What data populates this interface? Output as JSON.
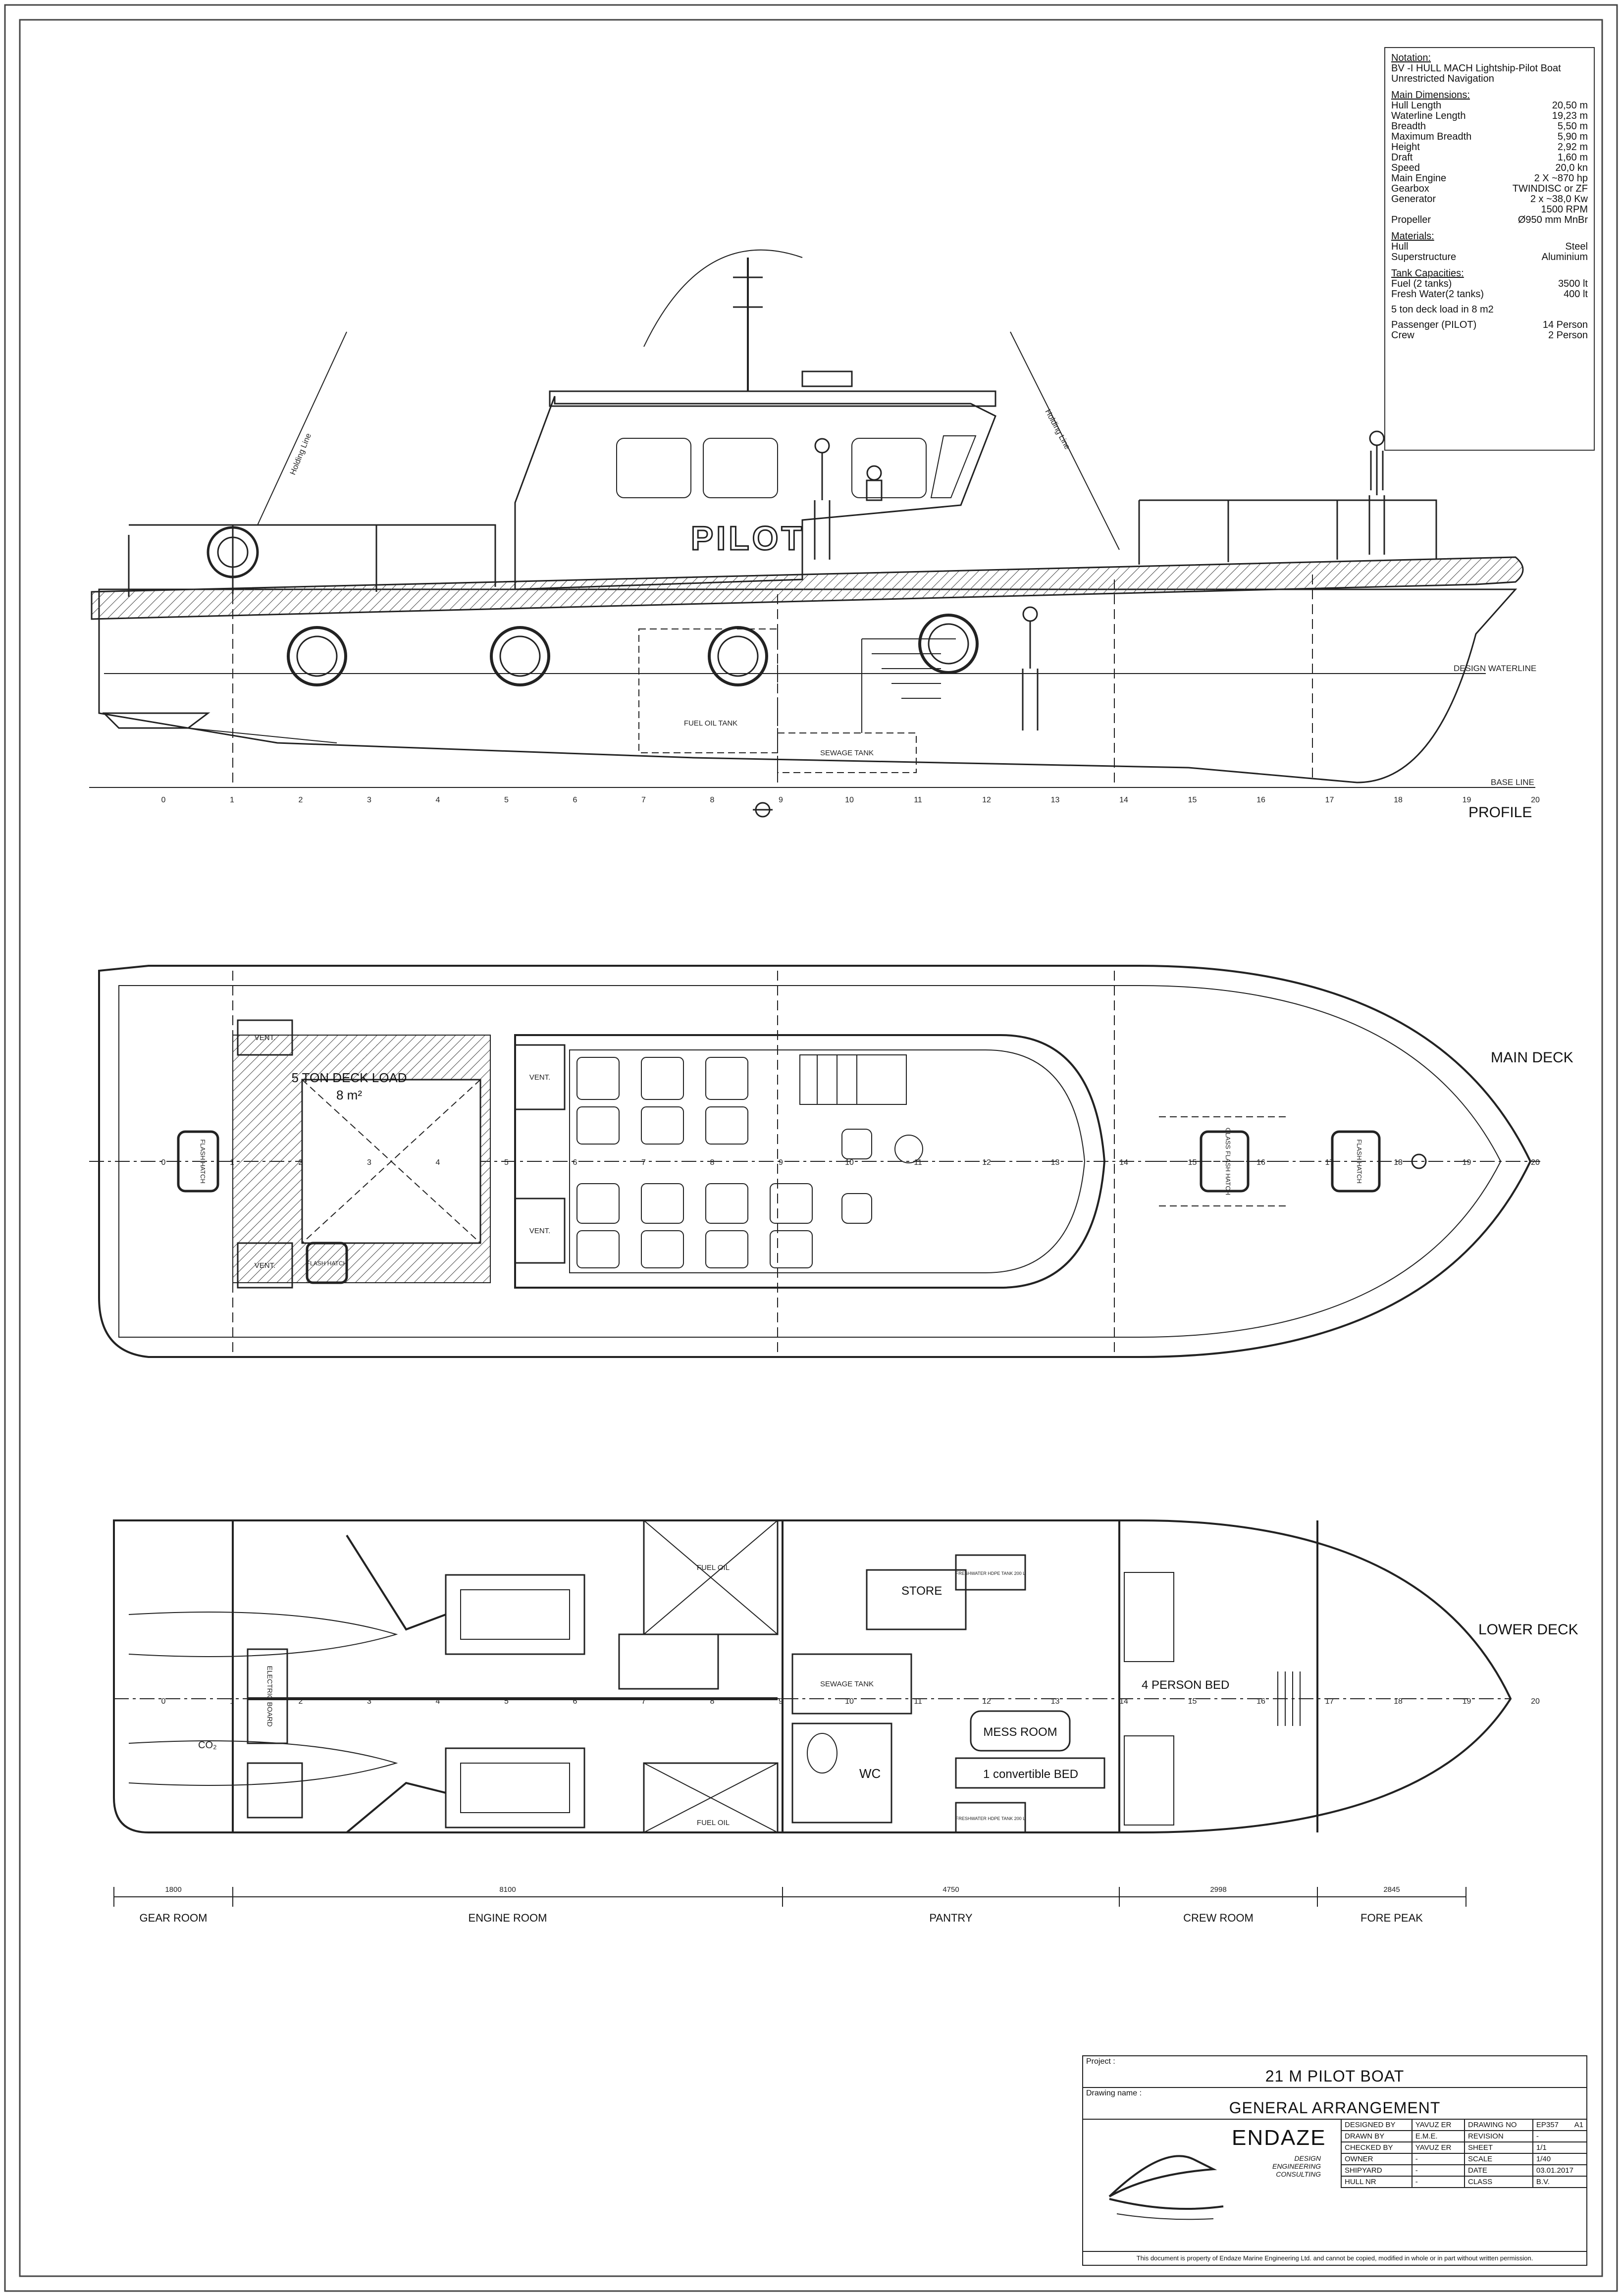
{
  "notation": {
    "heading": "Notation:",
    "class_line1": "BV -I HULL MACH Lightship-Pilot Boat",
    "class_line2": "Unrestricted Navigation"
  },
  "main_dimensions": {
    "heading": "Main Dimensions:",
    "rows": [
      {
        "label": "Hull Length",
        "value": "20,50 m"
      },
      {
        "label": "Waterline Length",
        "value": "19,23 m"
      },
      {
        "label": "Breadth",
        "value": "5,50 m"
      },
      {
        "label": "Maximum Breadth",
        "value": "5,90 m"
      },
      {
        "label": "Height",
        "value": "2,92 m"
      },
      {
        "label": "Draft",
        "value": "1,60 m"
      },
      {
        "label": "Speed",
        "value": "20,0  kn"
      },
      {
        "label": "Main Engine",
        "value": "2 X ~870 hp"
      },
      {
        "label": "Gearbox",
        "value": "TWINDISC or ZF"
      },
      {
        "label": "Generator",
        "value": "2 x ~38,0 Kw"
      },
      {
        "label": "",
        "value": "1500 RPM"
      },
      {
        "label": "Propeller",
        "value": "Ø950 mm MnBr"
      }
    ]
  },
  "materials": {
    "heading": "Materials:",
    "rows": [
      {
        "label": "Hull",
        "value": "Steel"
      },
      {
        "label": "Superstructure",
        "value": "Aluminium"
      }
    ]
  },
  "tank_capacities": {
    "heading": "Tank Capacities:",
    "rows": [
      {
        "label": "Fuel (2 tanks)",
        "value": "3500 lt"
      },
      {
        "label": "Fresh Water(2 tanks)",
        "value": "400 lt"
      }
    ],
    "deck_load": "5 ton deck load in 8 m2",
    "people": [
      {
        "label": "Passenger (PILOT)",
        "value": "14 Person"
      },
      {
        "label": "Crew",
        "value": "2 Person"
      }
    ]
  },
  "profile": {
    "title": "PROFILE",
    "hull_text": "PILOT",
    "design_waterline": "DESIGN WATERLINE",
    "base_line": "BASE LINE",
    "fuel_tank": "FUEL OIL TANK",
    "sewage_tank": "SEWAGE TANK",
    "holding_line": "Holding Line",
    "frames": [
      "0",
      "1",
      "2",
      "3",
      "4",
      "5",
      "6",
      "7",
      "8",
      "9",
      "10",
      "11",
      "12",
      "13",
      "14",
      "15",
      "16",
      "17",
      "18",
      "19",
      "20"
    ]
  },
  "main_deck": {
    "title": "MAIN DECK",
    "deck_load_line1": "5 TON DECK LOAD",
    "deck_load_line2": "8 m²",
    "vent": "VENT.",
    "flush_hatch": "FLASH HATCH",
    "glass_flush_hatch": "GLASS FLASH HATCH"
  },
  "lower_deck": {
    "title": "LOWER DECK",
    "fuel_oil": "FUEL OIL",
    "store": "STORE",
    "sewage_tank": "SEWAGE TANK",
    "mess_room": "MESS ROOM",
    "wc": "WC",
    "convertible_bed": "1 convertible BED",
    "person_bed": "4 PERSON BED",
    "electric_board": "ELECTRIC BOARD",
    "co2": "CO₂",
    "freshwater_tank": "FRESHWATER HDPE TANK 200 L",
    "rooms": [
      {
        "name": "GEAR ROOM",
        "length": "1800"
      },
      {
        "name": "ENGINE ROOM",
        "length": "8100"
      },
      {
        "name": "PANTRY",
        "length": "4750"
      },
      {
        "name": "CREW ROOM",
        "length": "2998"
      },
      {
        "name": "FORE PEAK",
        "length": "2845"
      }
    ]
  },
  "title_block": {
    "project_label": "Project :",
    "project": "21 M PILOT BOAT",
    "drawing_label": "Drawing name :",
    "drawing": "GENERAL ARRANGEMENT",
    "company": "ENDAZE",
    "company_sub": [
      "DESIGN",
      "ENGINEERING",
      "CONSULTING"
    ],
    "rows": [
      [
        "DESIGNED BY",
        "YAVUZ ER",
        "DRAWING NO",
        "EP357"
      ],
      [
        "DRAWN BY",
        "E.M.E.",
        "REVISION",
        "-"
      ],
      [
        "CHECKED BY",
        "YAVUZ ER",
        "SHEET",
        "1/1"
      ],
      [
        "OWNER",
        "-",
        "SCALE",
        "1/40"
      ],
      [
        "SHIPYARD",
        "-",
        "DATE",
        "03.01.2017"
      ],
      [
        "HULL NR",
        "-",
        "CLASS",
        "B.V."
      ]
    ],
    "paper_size": "A1",
    "footer": "This document is property of  Endaze Marine Engineering Ltd. and cannot be copied, modified in whole or in part without written permission."
  }
}
